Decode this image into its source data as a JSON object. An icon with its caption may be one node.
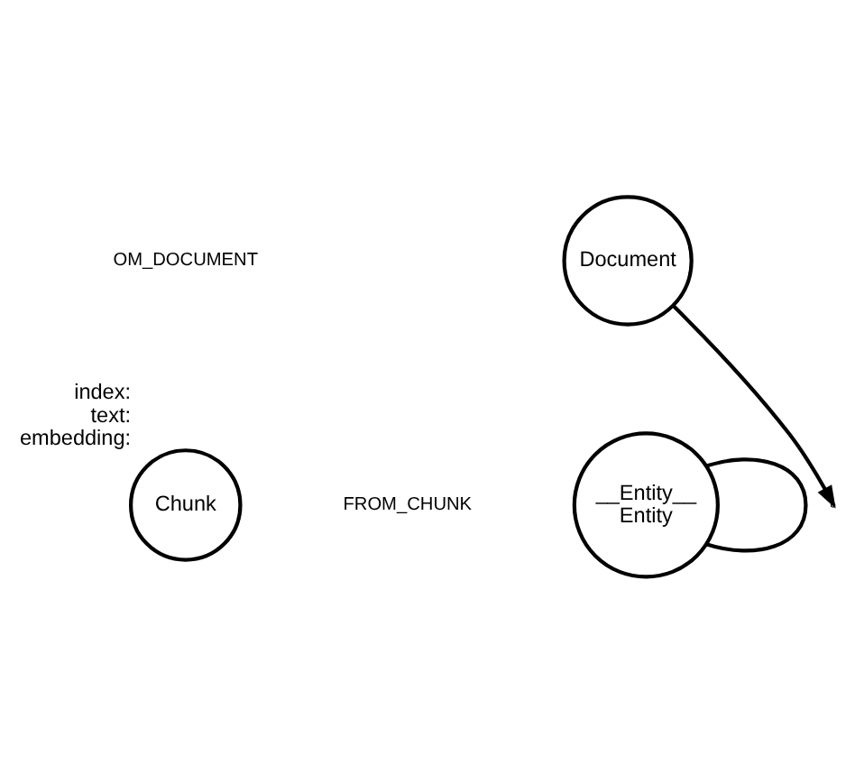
{
  "diagram": {
    "nodes": [
      {
        "text": [
          "Document"
        ]
      },
      {
        "text": [
          "Chunk"
        ],
        "beside": [
          "index:",
          "text:",
          "embedding:"
        ]
      },
      {
        "text": [
          "__Entity__",
          "Entity"
        ]
      }
    ],
    "edges": [
      {
        "from": 0,
        "to": null,
        "arrow": "to"
      },
      {
        "from": 2,
        "to": 2,
        "arrow": "none"
      }
    ],
    "labels": [
      "OM_DOCUMENT",
      "FROM_CHUNK"
    ]
  }
}
